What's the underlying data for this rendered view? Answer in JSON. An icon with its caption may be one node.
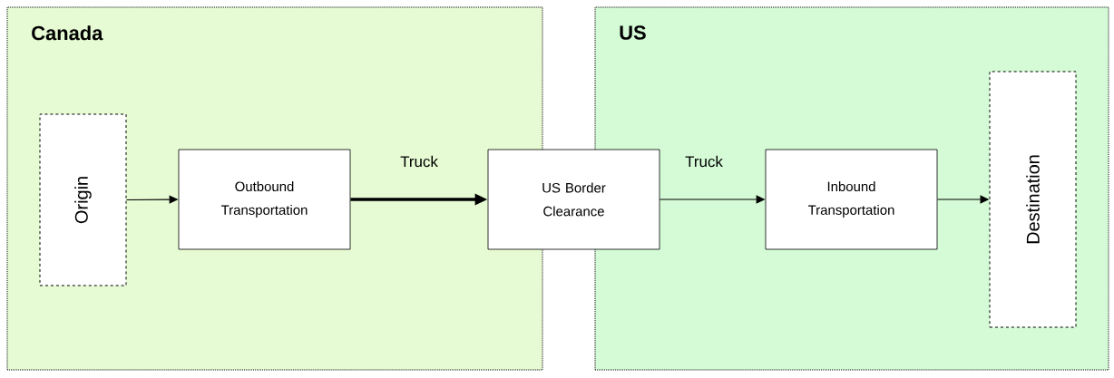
{
  "diagram": {
    "nodes": [
      {
        "text": [
          "Canada"
        ]
      },
      {
        "text": [
          "US"
        ]
      },
      {
        "text": [
          "Origin"
        ],
        "in": 0
      },
      {
        "text": [
          "Outbound Transportation"
        ],
        "in": 0
      },
      {
        "text": [
          "US Border Clearance"
        ]
      },
      {
        "text": [
          "Inbound Transportation"
        ],
        "in": 1
      },
      {
        "text": [
          "Destination"
        ],
        "in": 1
      }
    ],
    "edges": [
      {
        "from": 2,
        "to": 3,
        "arrow": "to"
      },
      {
        "from": 3,
        "to": 4,
        "arrow": "to",
        "label": "Truck",
        "style": "thick"
      },
      {
        "from": 4,
        "to": 5,
        "arrow": "to",
        "label": "Truck"
      },
      {
        "from": 5,
        "to": 6,
        "arrow": "to"
      }
    ]
  }
}
